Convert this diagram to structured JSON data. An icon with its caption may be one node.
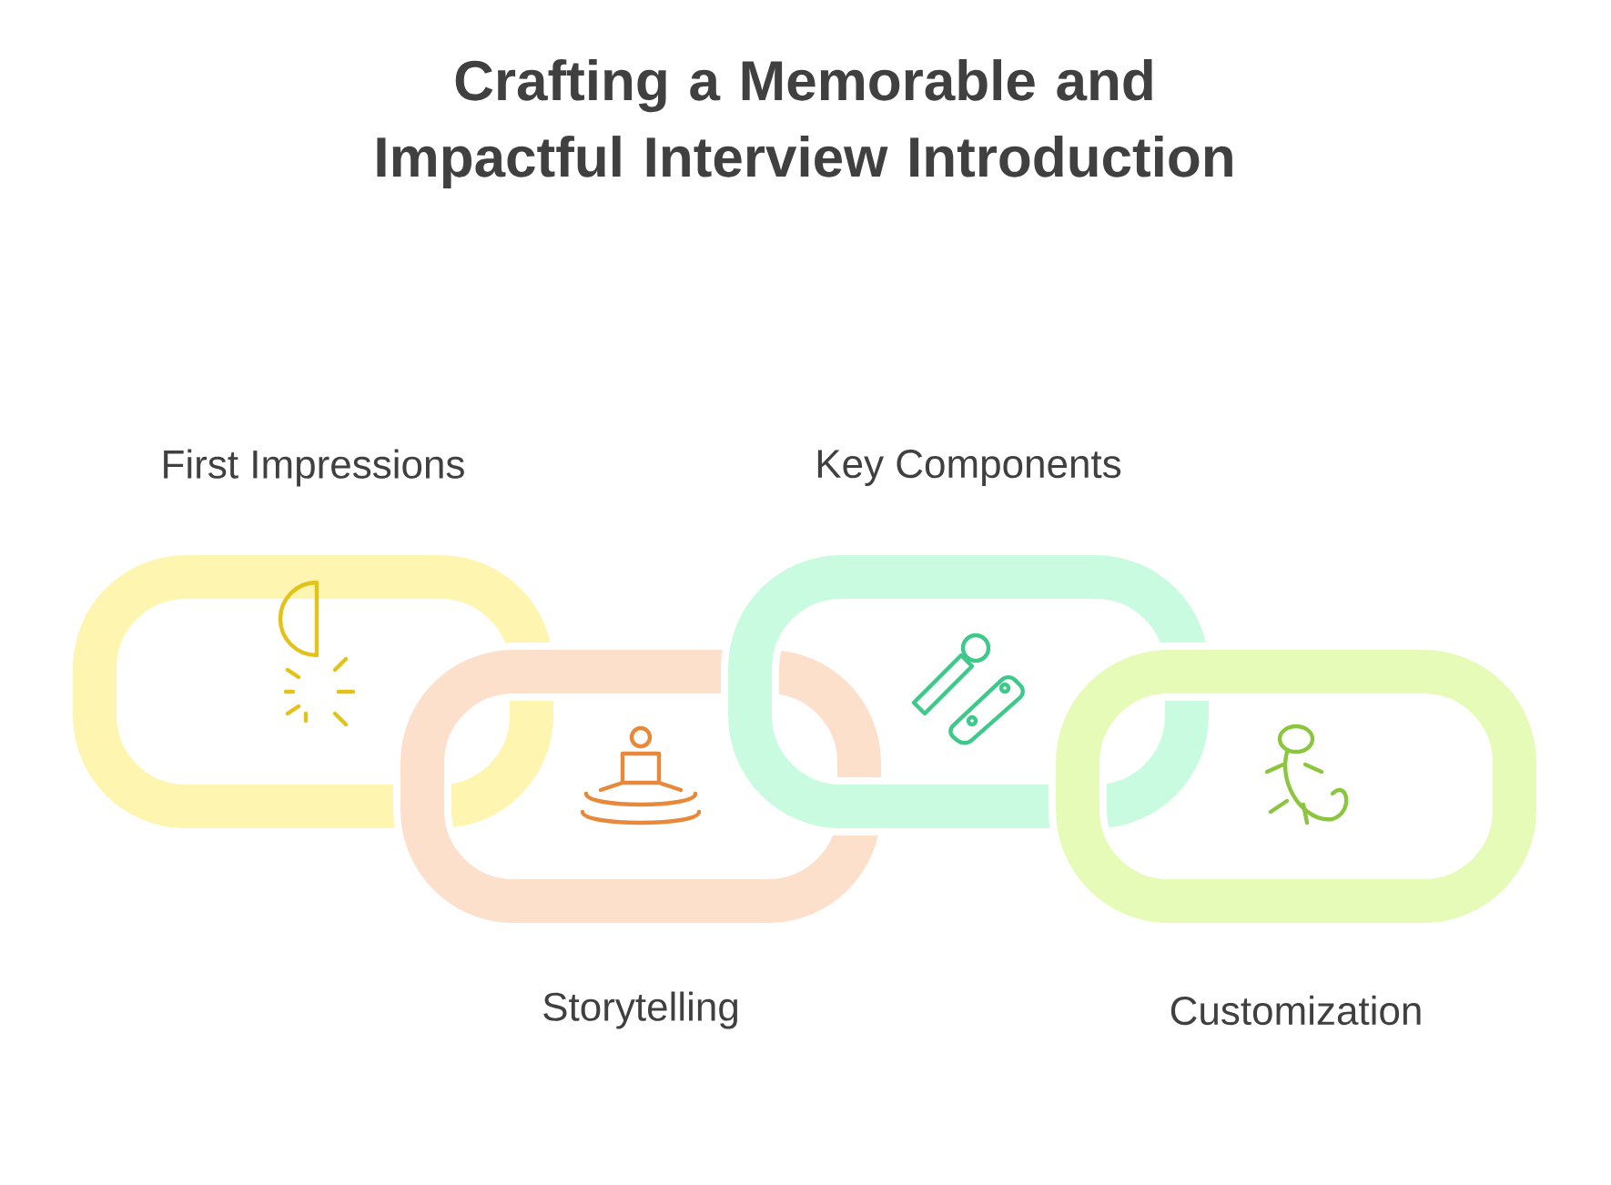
{
  "diagram": {
    "title": "Crafting a Memorable and Impactful Interview Introduction",
    "nodes": [
      {
        "text": [
          "First Impressions"
        ]
      },
      {
        "text": [
          "Storytelling"
        ]
      },
      {
        "text": [
          "Key Components"
        ]
      },
      {
        "text": [
          "Customization"
        ]
      }
    ]
  }
}
